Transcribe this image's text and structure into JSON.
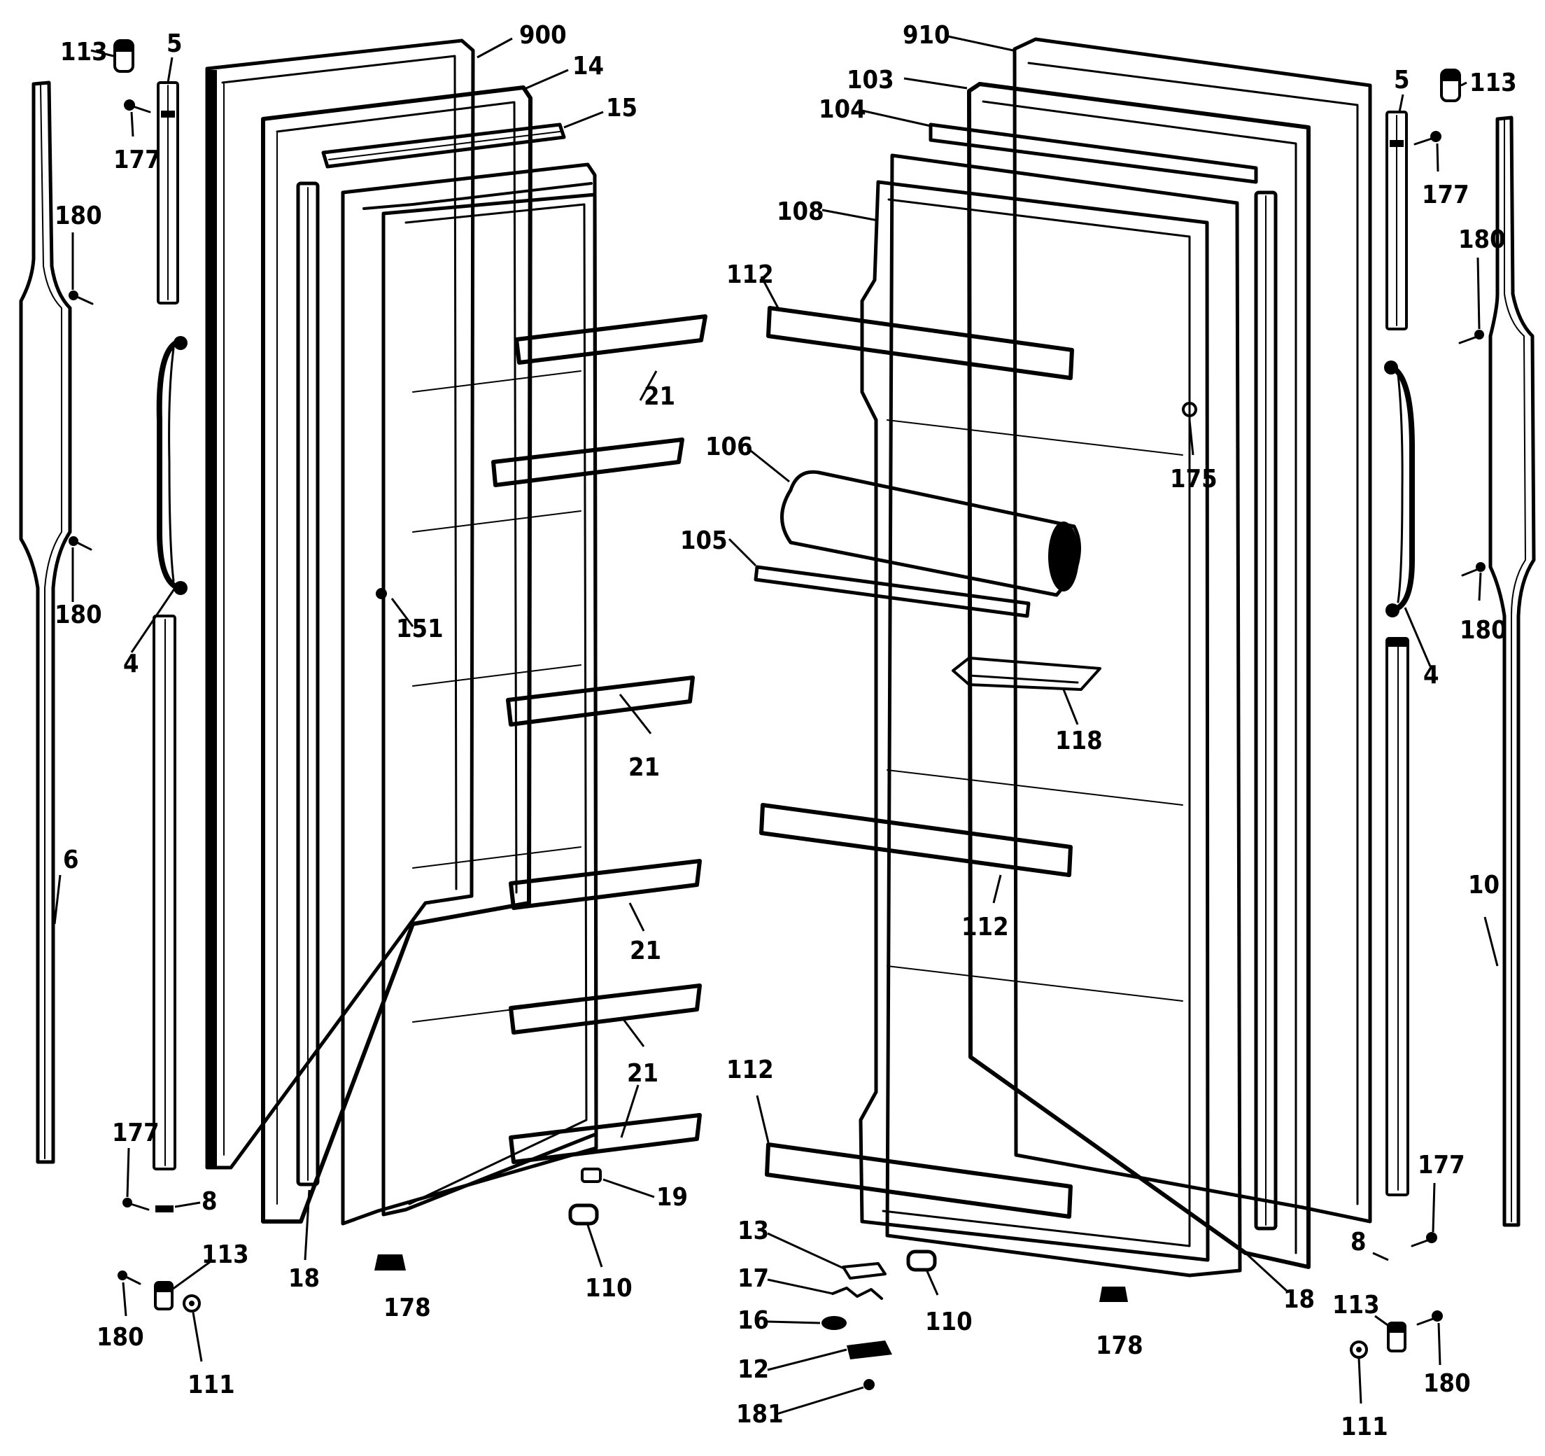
{
  "diagram": {
    "labels": [
      {
        "id": "l-113-a",
        "text": "113"
      },
      {
        "id": "l-5-a",
        "text": "5"
      },
      {
        "id": "l-177-a",
        "text": "177"
      },
      {
        "id": "l-180-a",
        "text": "180"
      },
      {
        "id": "l-180-b",
        "text": "180"
      },
      {
        "id": "l-4-a",
        "text": "4"
      },
      {
        "id": "l-6",
        "text": "6"
      },
      {
        "id": "l-177-b",
        "text": "177"
      },
      {
        "id": "l-8-a",
        "text": "8"
      },
      {
        "id": "l-113-b",
        "text": "113"
      },
      {
        "id": "l-180-c",
        "text": "180"
      },
      {
        "id": "l-111-a",
        "text": "111"
      },
      {
        "id": "l-900",
        "text": "900"
      },
      {
        "id": "l-14",
        "text": "14"
      },
      {
        "id": "l-15",
        "text": "15"
      },
      {
        "id": "l-21-a",
        "text": "21"
      },
      {
        "id": "l-151",
        "text": "151"
      },
      {
        "id": "l-21-b",
        "text": "21"
      },
      {
        "id": "l-21-c",
        "text": "21"
      },
      {
        "id": "l-21-d",
        "text": "21"
      },
      {
        "id": "l-19",
        "text": "19"
      },
      {
        "id": "l-110-a",
        "text": "110"
      },
      {
        "id": "l-178-a",
        "text": "178"
      },
      {
        "id": "l-18-a",
        "text": "18"
      },
      {
        "id": "l-910",
        "text": "910"
      },
      {
        "id": "l-103",
        "text": "103"
      },
      {
        "id": "l-104",
        "text": "104"
      },
      {
        "id": "l-108",
        "text": "108"
      },
      {
        "id": "l-112-a",
        "text": "112"
      },
      {
        "id": "l-106",
        "text": "106"
      },
      {
        "id": "l-105",
        "text": "105"
      },
      {
        "id": "l-175",
        "text": "175"
      },
      {
        "id": "l-118",
        "text": "118"
      },
      {
        "id": "l-112-b",
        "text": "112"
      },
      {
        "id": "l-112-c",
        "text": "112"
      },
      {
        "id": "l-13",
        "text": "13"
      },
      {
        "id": "l-17",
        "text": "17"
      },
      {
        "id": "l-16",
        "text": "16"
      },
      {
        "id": "l-12",
        "text": "12"
      },
      {
        "id": "l-181",
        "text": "181"
      },
      {
        "id": "l-110-b",
        "text": "110"
      },
      {
        "id": "l-178-b",
        "text": "178"
      },
      {
        "id": "l-18-b",
        "text": "18"
      },
      {
        "id": "l-113-c",
        "text": "113"
      },
      {
        "id": "l-5-b",
        "text": "5"
      },
      {
        "id": "l-177-c",
        "text": "177"
      },
      {
        "id": "l-180-d",
        "text": "180"
      },
      {
        "id": "l-4-b",
        "text": "4"
      },
      {
        "id": "l-180-e",
        "text": "180"
      },
      {
        "id": "l-10",
        "text": "10"
      },
      {
        "id": "l-177-d",
        "text": "177"
      },
      {
        "id": "l-8-b",
        "text": "8"
      },
      {
        "id": "l-113-d",
        "text": "113"
      },
      {
        "id": "l-180-f",
        "text": "180"
      },
      {
        "id": "l-111-b",
        "text": "111"
      }
    ]
  }
}
